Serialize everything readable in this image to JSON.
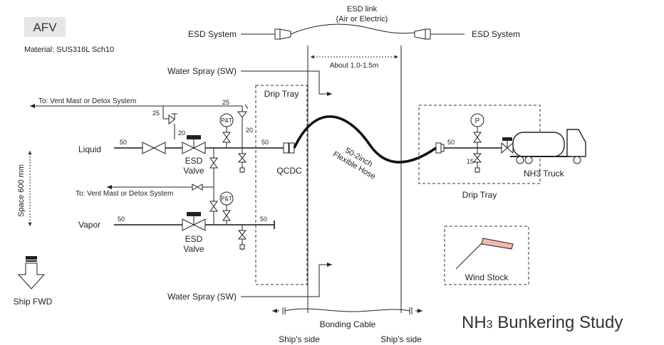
{
  "badge": "AFV",
  "material": "Material: SUS316L Sch10",
  "esd_link_line1": "ESD link",
  "esd_link_line2": "(Air or Electric)",
  "esd_system_left": "ESD System",
  "esd_system_right": "ESD System",
  "about_distance": "About 1.0-1.5m",
  "water_spray_top": "Water Spray (SW)",
  "water_spray_bottom": "Water Spray (SW)",
  "drip_tray_ship": "Drip Tray",
  "drip_tray_truck": "Drip Tray",
  "vent_top": "To: Vent Mast or Detox System",
  "vent_mid": "To: Vent Mast or Detox System",
  "liquid": "Liquid",
  "vapor": "Vapor",
  "esd_valve_upper_1": "ESD",
  "esd_valve_upper_2": "Valve",
  "esd_valve_lower_1": "ESD",
  "esd_valve_lower_2": "Valve",
  "qcdc": "QCDC",
  "hose_line1": "50-2inch",
  "hose_line2": "Flexible Hose",
  "nh3_truck": "NH3 Truck",
  "wind_stock": "Wind Stock",
  "space": "Space 600 mm",
  "ship_fwd": "Ship FWD",
  "bonding_cable": "Bonding Cable",
  "ships_side_left": "Ship's side",
  "ships_side_right": "Ship's side",
  "study_title_main": "NH",
  "study_title_sub": "3",
  "study_title_rest": " Bunkering Study",
  "sizes": {
    "liq_50_a": "50",
    "liq_25_a": "25",
    "liq_25_b": "25",
    "liq_20_a": "20",
    "liq_20_b": "20",
    "liq_50_b": "50",
    "vap_50_a": "50",
    "vap_50_b": "50",
    "truck_50": "50",
    "truck_15": "15"
  },
  "instruments": {
    "pt_upper": "P&T",
    "pt_lower": "P&T",
    "p_truck": "P"
  },
  "colors": {
    "badge_bg": "#e6e6e6",
    "wind_sock_fill": "#f2b8b0",
    "line": "#222222"
  }
}
